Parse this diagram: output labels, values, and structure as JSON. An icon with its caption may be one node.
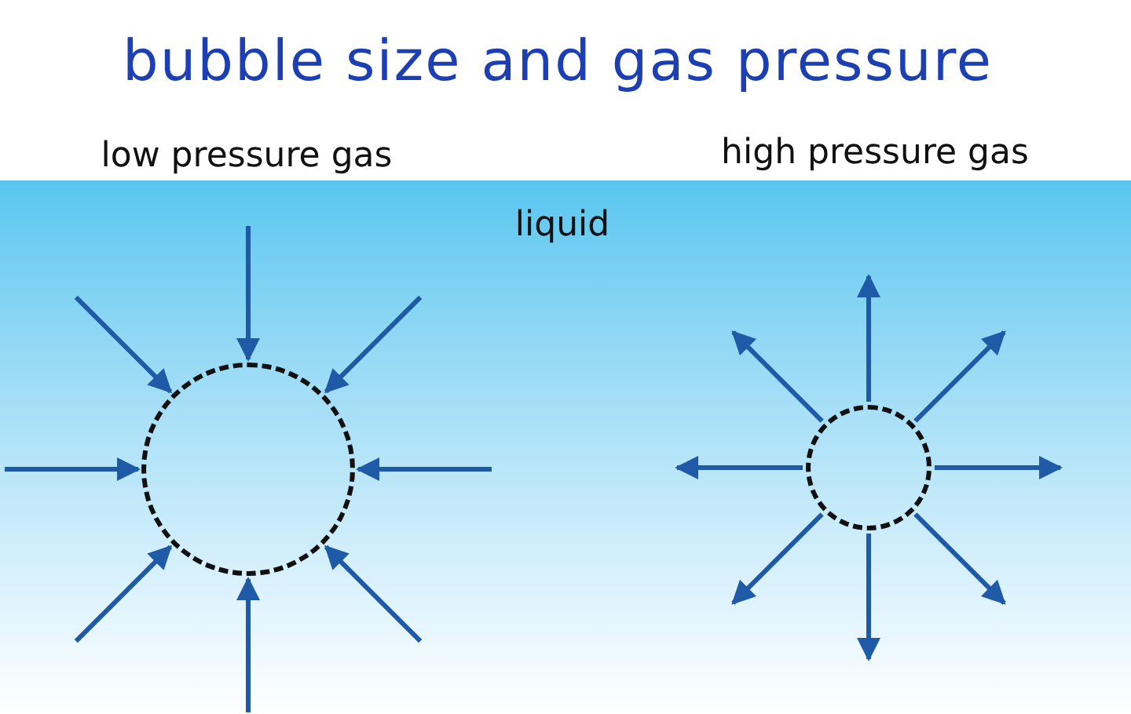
{
  "diagram": {
    "title": "bubble size and gas pressure",
    "nodes": [
      {
        "text": [],
        "shape": "circle"
      },
      {
        "text": [],
        "shape": "circle"
      }
    ],
    "edges": [
      {
        "from": null,
        "to": 0,
        "arrow": "to"
      },
      {
        "from": null,
        "to": 0,
        "arrow": "to"
      },
      {
        "from": null,
        "to": 0,
        "arrow": "to"
      },
      {
        "from": null,
        "to": 0,
        "arrow": "to"
      },
      {
        "from": null,
        "to": 0,
        "arrow": "to"
      },
      {
        "from": null,
        "to": 0,
        "arrow": "to"
      },
      {
        "from": null,
        "to": 0,
        "arrow": "to"
      },
      {
        "from": null,
        "to": 0,
        "arrow": "to"
      },
      {
        "from": 1,
        "to": null,
        "arrow": "to"
      },
      {
        "from": 1,
        "to": null,
        "arrow": "to"
      },
      {
        "from": 1,
        "to": null,
        "arrow": "to"
      },
      {
        "from": 1,
        "to": null,
        "arrow": "to"
      },
      {
        "from": 1,
        "to": null,
        "arrow": "to"
      },
      {
        "from": 1,
        "to": null,
        "arrow": "to"
      },
      {
        "from": 1,
        "to": null,
        "arrow": "to"
      },
      {
        "from": 1,
        "to": null,
        "arrow": "to"
      }
    ],
    "labels": [
      "low pressure gas",
      "high pressure gas",
      "liquid"
    ]
  }
}
